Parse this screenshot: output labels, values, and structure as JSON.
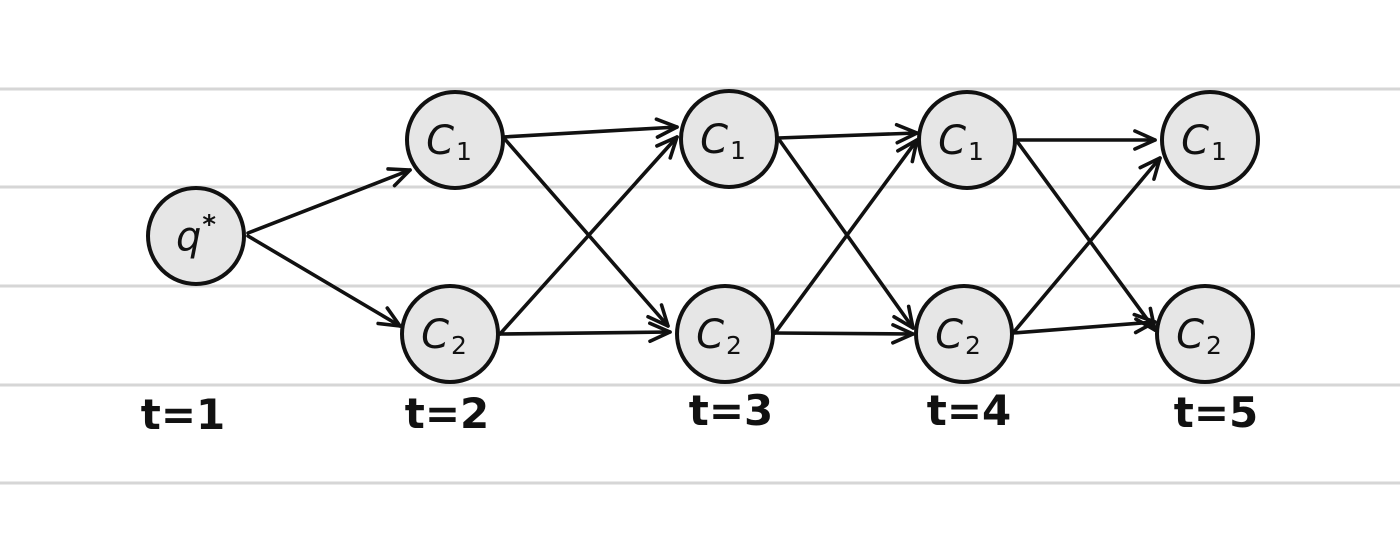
{
  "diagram": {
    "start_node": {
      "base": "q",
      "sup": "*"
    },
    "state_node": {
      "base": "C",
      "sub_1": "1",
      "sub_2": "2"
    },
    "time_labels": [
      "t=1",
      "t=2",
      "t=3",
      "t=4",
      "t=5"
    ],
    "colors": {
      "node_fill": "#e6e6e6",
      "stroke": "#111111",
      "ruled_line": "#d6d6d6",
      "background": "#ffffff"
    }
  }
}
